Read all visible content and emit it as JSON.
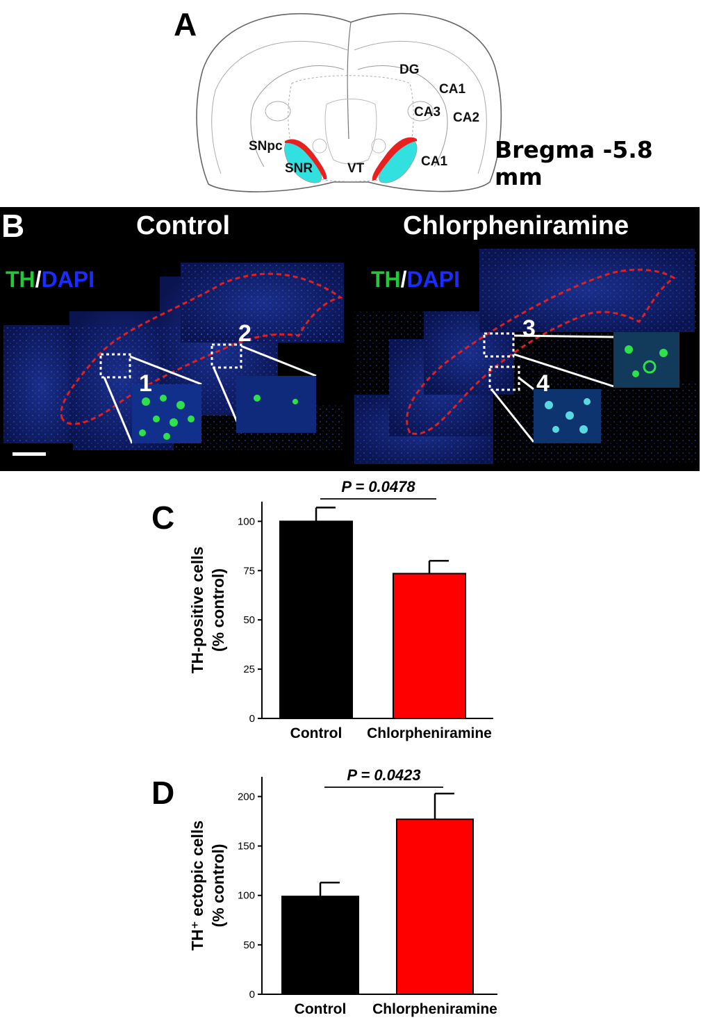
{
  "panel_a": {
    "letter": "A",
    "region_labels": {
      "dg": "DG",
      "ca1_top": "CA1",
      "ca3": "CA3",
      "ca2": "CA2",
      "snpc": "SNpc",
      "snr": "SNR",
      "vt": "VT",
      "ca1_bottom": "CA1"
    },
    "bregma": "Bregma -5.8 mm"
  },
  "panel_b": {
    "letter": "B",
    "left_title": "Control",
    "right_title": "Chlorpheniramine",
    "stain_th": "TH",
    "stain_slash": "/",
    "stain_dapi": "DAPI",
    "box_labels": [
      "1",
      "2",
      "3",
      "4"
    ],
    "colors": {
      "th": "#22c837",
      "dapi": "#1a2cff",
      "outline": "#e02020"
    }
  },
  "chart_data": [
    {
      "type": "bar",
      "panel": "C",
      "categories": [
        "Control",
        "Chlorpheniramine"
      ],
      "values": [
        100,
        73.5
      ],
      "errors": [
        7,
        6.5
      ],
      "colors": [
        "#000000",
        "#ff0000"
      ],
      "ylabel_line1": "TH-positive cells",
      "ylabel_line2": "(% control)",
      "ylim": [
        0,
        110
      ],
      "yticks": [
        0,
        25,
        50,
        75,
        100
      ],
      "annotation": "P = 0.0478"
    },
    {
      "type": "bar",
      "panel": "D",
      "categories": [
        "Control",
        "Chlorpheniramine"
      ],
      "values": [
        99,
        177
      ],
      "errors": [
        14,
        26
      ],
      "colors": [
        "#000000",
        "#ff0000"
      ],
      "ylabel_line1": "TH⁺ ectopic cells",
      "ylabel_line2": "(% control)",
      "ylim": [
        0,
        220
      ],
      "yticks": [
        0,
        50,
        100,
        150,
        200
      ],
      "annotation": "P = 0.0423"
    }
  ]
}
